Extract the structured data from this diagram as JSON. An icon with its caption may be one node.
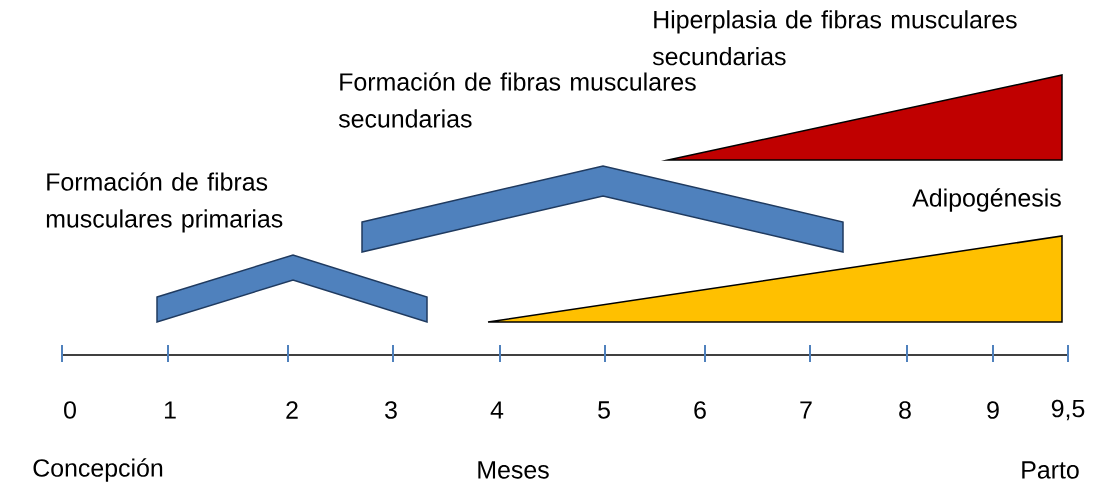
{
  "diagram": {
    "nodes": [
      {
        "text": [
          "Formación de fibras musculares primarias"
        ]
      },
      {
        "text": [
          "Formación de fibras musculares secundarias"
        ]
      },
      {
        "text": [
          "Hiperplasia de fibras musculares secundarias"
        ]
      },
      {
        "text": [
          "Adipogénesis"
        ]
      }
    ],
    "labels": [
      "0",
      "1",
      "2",
      "3",
      "4",
      "5",
      "6",
      "7",
      "8",
      "9",
      "9,5",
      "Concepción",
      "Meses",
      "Parto"
    ]
  }
}
